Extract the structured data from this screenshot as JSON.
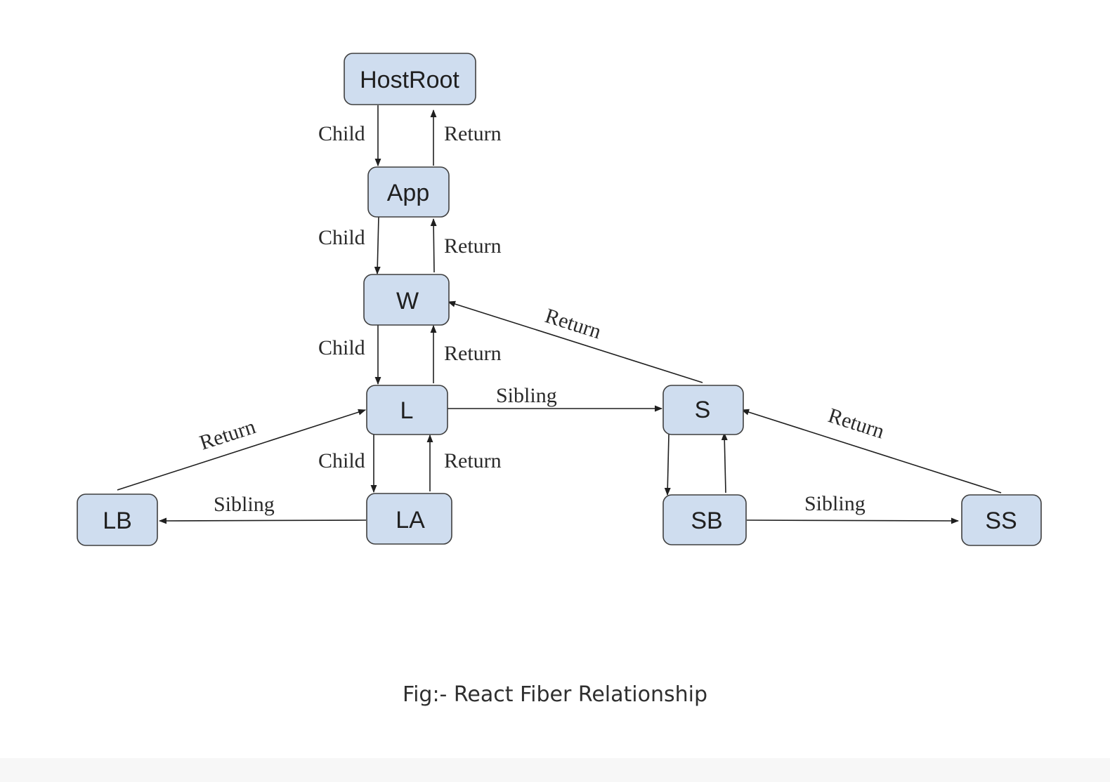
{
  "nodes": {
    "hostroot": "HostRoot",
    "app": "App",
    "w": "W",
    "l": "L",
    "s": "S",
    "lb": "LB",
    "la": "LA",
    "sb": "SB",
    "ss": "SS"
  },
  "edges": {
    "hostroot_app_child": "Child",
    "app_hostroot_return": "Return",
    "app_w_child": "Child",
    "w_app_return": "Return",
    "w_l_child": "Child",
    "l_w_return": "Return",
    "l_s_sibling": "Sibling",
    "s_w_return": "Return",
    "l_la_child": "Child",
    "la_l_return": "Return",
    "lb_l_return": "Return",
    "la_lb_sibling": "Sibling",
    "ss_s_return": "Return",
    "sb_ss_sibling": "Sibling"
  },
  "caption": "Fig:- React Fiber Relationship"
}
